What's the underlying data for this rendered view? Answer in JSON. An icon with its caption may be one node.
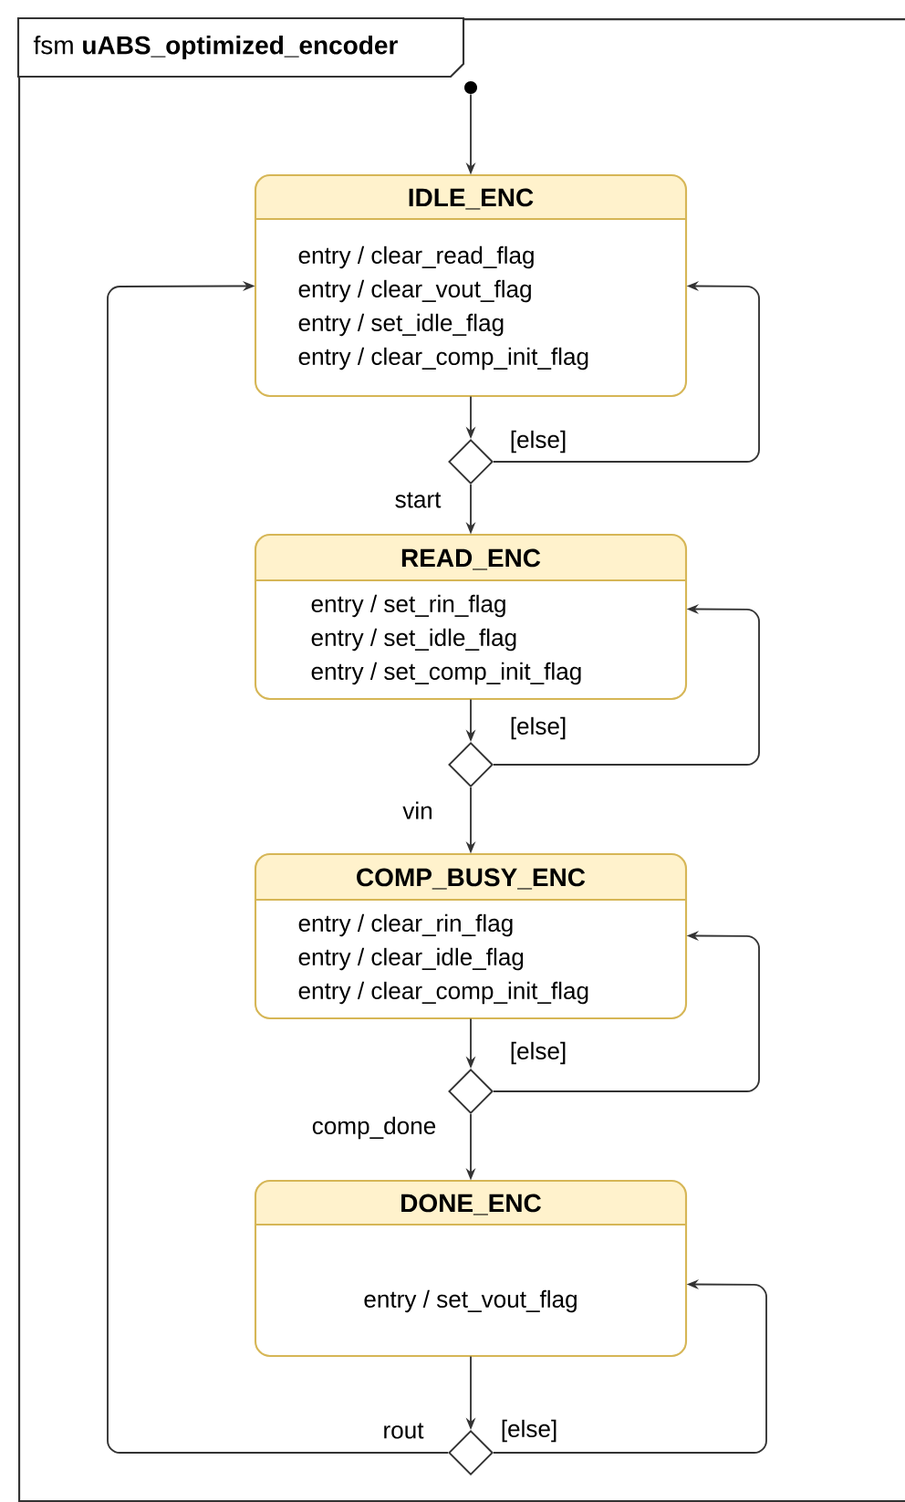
{
  "diagram": {
    "nodes": [
      {
        "text": [
          "fsm **uABS_optimized_encoder**"
        ]
      },
      {
        "text": [],
        "shape": "circle",
        "in": 0
      },
      {
        "text": [
          "IDLE_ENC",
          "entry / clear_read_flag",
          "entry / clear_vout_flag",
          "entry / set_idle_flag",
          "entry / clear_comp_init_flag"
        ],
        "in": 0
      },
      {
        "text": [],
        "shape": "diamond",
        "in": 0
      },
      {
        "text": [
          "READ_ENC",
          "entry / set_rin_flag",
          "entry / set_idle_flag",
          "entry / set_comp_init_flag"
        ],
        "in": 0
      },
      {
        "text": [],
        "shape": "diamond",
        "in": 0
      },
      {
        "text": [
          "COMP_BUSY_ENC",
          "entry / clear_rin_flag",
          "entry / clear_idle_flag",
          "entry / clear_comp_init_flag"
        ],
        "in": 0
      },
      {
        "text": [],
        "shape": "diamond",
        "in": 0
      },
      {
        "text": [
          "DONE_ENC",
          "entry / set_vout_flag"
        ],
        "in": 0
      },
      {
        "text": [],
        "shape": "diamond",
        "in": 0
      }
    ],
    "edges": [
      {
        "from": 1,
        "to": 2,
        "arrow": "to"
      },
      {
        "from": 2,
        "to": 3,
        "arrow": "to"
      },
      {
        "from": 3,
        "to": 4,
        "arrow": "to",
        "label": "start"
      },
      {
        "from": 3,
        "to": 2,
        "arrow": "to",
        "label": "[else]"
      },
      {
        "from": 4,
        "to": 5,
        "arrow": "to"
      },
      {
        "from": 5,
        "to": 6,
        "arrow": "to",
        "label": "vin"
      },
      {
        "from": 5,
        "to": 4,
        "arrow": "to",
        "label": "[else]"
      },
      {
        "from": 6,
        "to": 7,
        "arrow": "to"
      },
      {
        "from": 7,
        "to": 8,
        "arrow": "to",
        "label": "comp_done"
      },
      {
        "from": 7,
        "to": 6,
        "arrow": "to",
        "label": "[else]"
      },
      {
        "from": 8,
        "to": 9,
        "arrow": "to"
      },
      {
        "from": 9,
        "to": 2,
        "arrow": "to",
        "label": "rout"
      },
      {
        "from": 9,
        "to": 8,
        "arrow": "to",
        "label": "[else]"
      }
    ]
  }
}
